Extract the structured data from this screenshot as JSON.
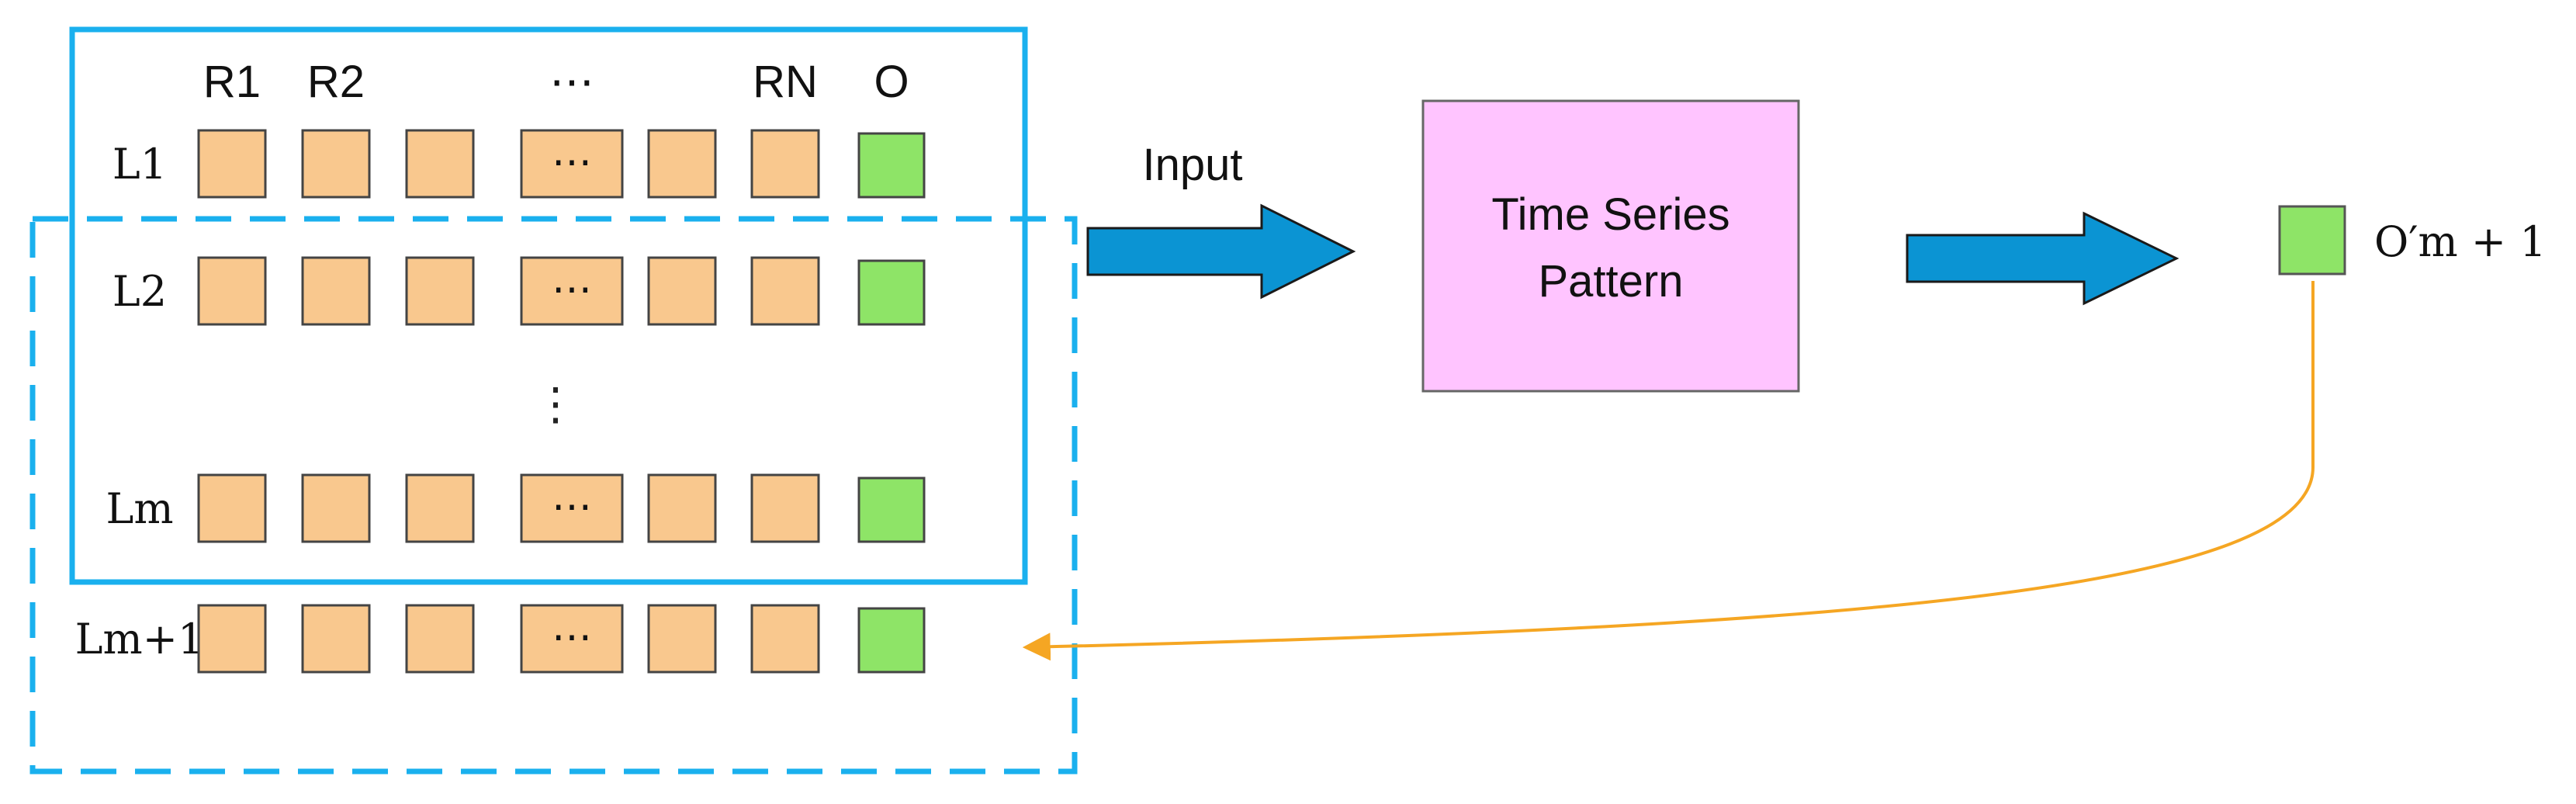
{
  "colors": {
    "frame": "#1ab0ee",
    "cell_fill": "#f9c88e",
    "cell_stroke": "#444444",
    "output_fill": "#8ee467",
    "box_fill": "#ffc4ff",
    "arrow_fill": "#0b94d3",
    "feedback": "#f5a623"
  },
  "columns": [
    "R1",
    "R2",
    "",
    "⋯",
    "",
    "RN",
    "O"
  ],
  "column_kinds": [
    "input",
    "input",
    "input",
    "ellipsis",
    "input",
    "input",
    "output"
  ],
  "rows": [
    {
      "label": "L1"
    },
    {
      "label": "L2"
    },
    {
      "label": "Lm"
    },
    {
      "label": "Lm+1"
    }
  ],
  "cell_ellipsis": "⋯",
  "vertical_ellipsis": "⋮",
  "input_label": "Input",
  "model_box": {
    "line1": "Time Series",
    "line2": "Pattern"
  },
  "output_label": "O′m + 1",
  "windows": [
    {
      "style": "solid",
      "rows": [
        "L1",
        "L2",
        "Lm"
      ]
    },
    {
      "style": "dashed",
      "rows": [
        "L2",
        "Lm",
        "Lm+1"
      ]
    }
  ]
}
